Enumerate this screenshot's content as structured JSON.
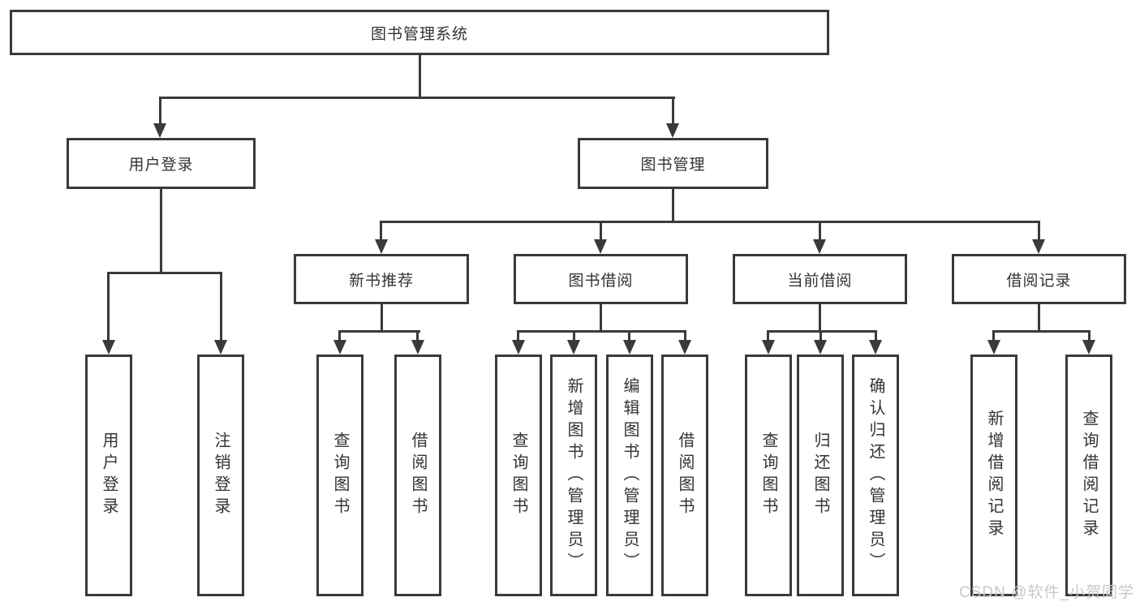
{
  "diagram": {
    "title": "图书管理系统",
    "root": {
      "label": "图书管理系统"
    },
    "level2": [
      {
        "label": "用户登录"
      },
      {
        "label": "图书管理"
      }
    ],
    "level3": [
      {
        "label": "新书推荐"
      },
      {
        "label": "图书借阅"
      },
      {
        "label": "当前借阅"
      },
      {
        "label": "借阅记录"
      }
    ],
    "leaves": [
      {
        "label": "用户登录",
        "parent": "用户登录"
      },
      {
        "label": "注销登录",
        "parent": "用户登录"
      },
      {
        "label": "查询图书",
        "parent": "新书推荐"
      },
      {
        "label": "借阅图书",
        "parent": "新书推荐"
      },
      {
        "label": "查询图书",
        "parent": "图书借阅"
      },
      {
        "label": "新增图书（管理员）",
        "parent": "图书借阅"
      },
      {
        "label": "编辑图书（管理员）",
        "parent": "图书借阅"
      },
      {
        "label": "借阅图书",
        "parent": "图书借阅"
      },
      {
        "label": "查询图书",
        "parent": "当前借阅"
      },
      {
        "label": "归还图书",
        "parent": "当前借阅"
      },
      {
        "label": "确认归还（管理员）",
        "parent": "当前借阅"
      },
      {
        "label": "新增借阅记录",
        "parent": "借阅记录"
      },
      {
        "label": "查询借阅记录",
        "parent": "借阅记录"
      }
    ],
    "watermark": "CSDN @软件_小贺同学",
    "colors": {
      "line": "#3a3a3a",
      "text": "#333333",
      "watermark": "#c8c8c8",
      "background": "#ffffff"
    }
  }
}
